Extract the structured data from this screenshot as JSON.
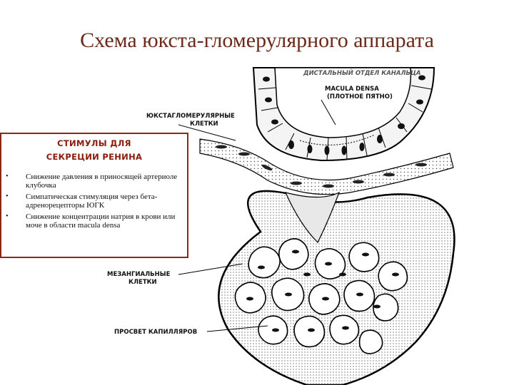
{
  "title": "Схема юкста-гломерулярного аппарата",
  "labels": {
    "distal": "ДИСТАЛЬНЫЙ ОТДЕЛ КАНАЛЬЦА",
    "macula": "MACULA DENSA",
    "macula_sub": "(ПЛОТНОЕ ПЯТНО)",
    "jg1": "ЮКСТАГЛОМЕРУЛЯРНЫЕ",
    "jg2": "КЛЕТКИ",
    "mes1": "МЕЗАНГИАЛЬНЫЕ",
    "mes2": "КЛЕТКИ",
    "lumen": "ПРОСВЕТ КАПИЛЛЯРОВ"
  },
  "stimuli": {
    "heading_line1": "СТИМУЛЫ  ДЛЯ",
    "heading_line2": "СЕКРЕЦИИ РЕНИНА",
    "bullet_glyph": "•",
    "items": [
      "Снижение давления в приносящей артериоле клубочка",
      "Симпатическая стимуляция через бета-адренорецепторы ЮГК",
      "Снижение концентрации натрия в крови или моче в области macula densa"
    ]
  }
}
